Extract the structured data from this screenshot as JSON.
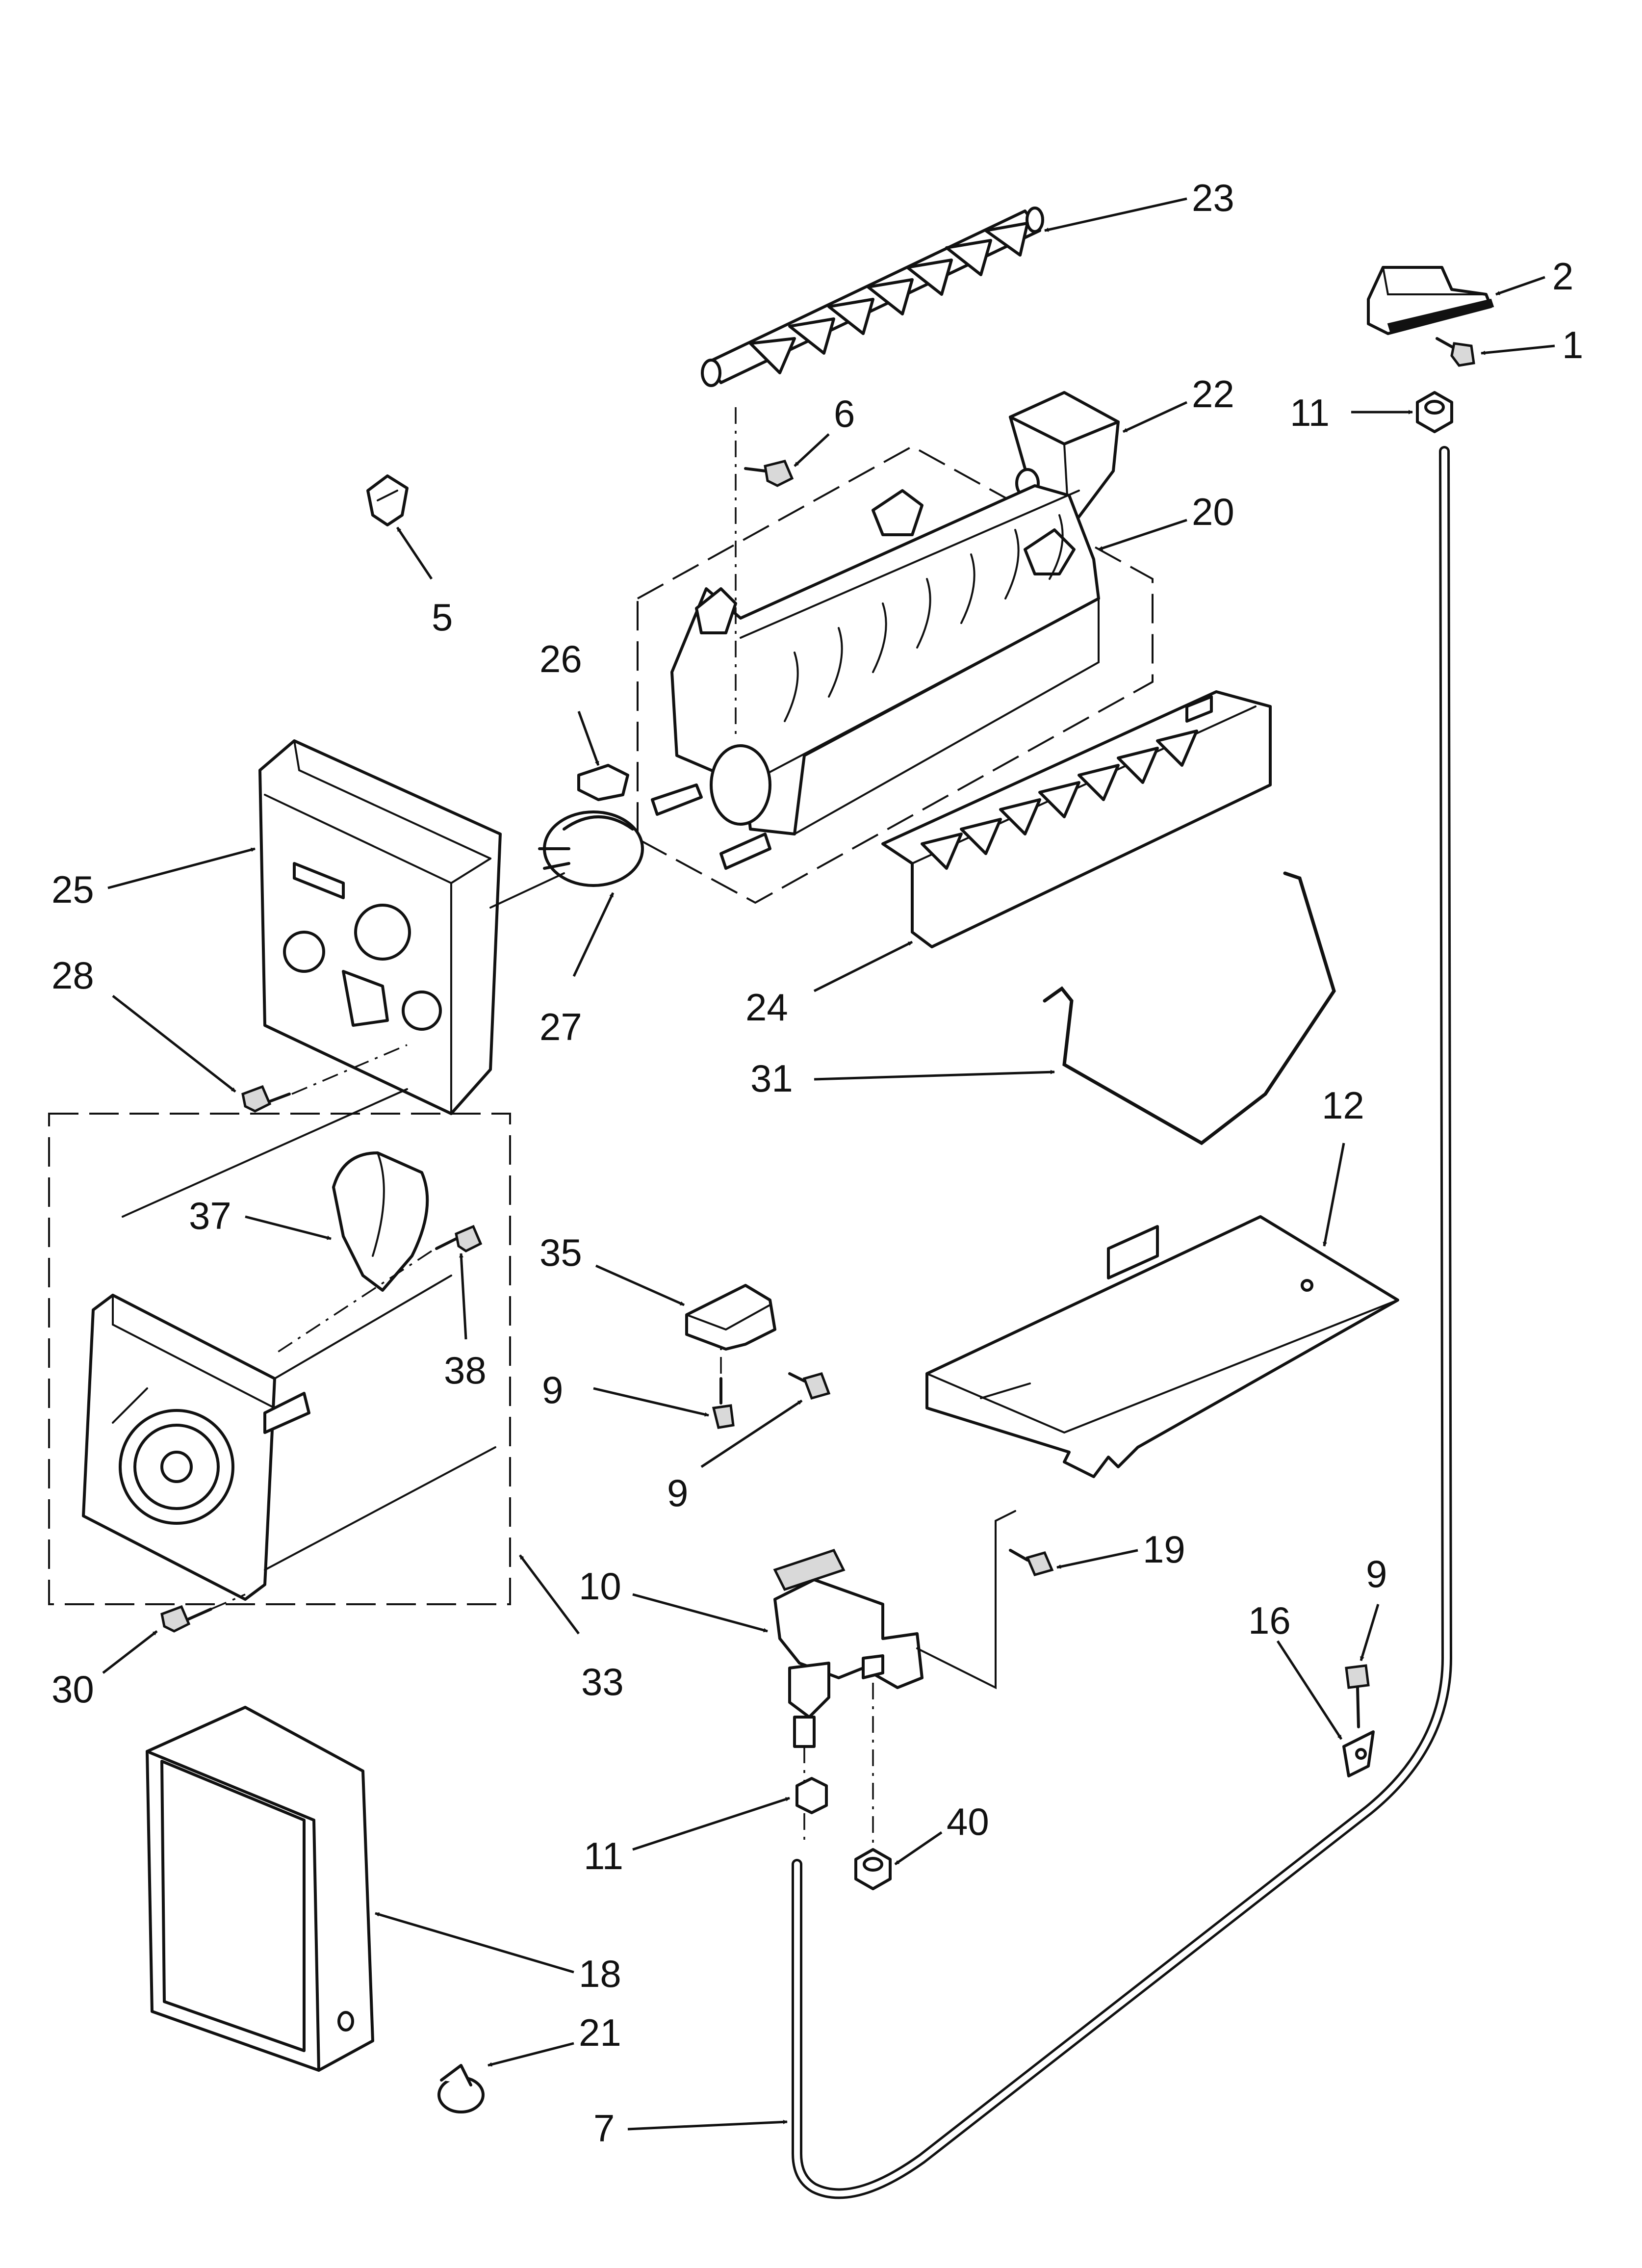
{
  "diagram": {
    "type": "exploded-parts-view",
    "colors": {
      "ink": "#111111",
      "background": "#ffffff"
    },
    "callouts": [
      "1",
      "2",
      "5",
      "6",
      "7",
      "9",
      "9",
      "9",
      "10",
      "11",
      "11",
      "12",
      "16",
      "18",
      "19",
      "20",
      "21",
      "22",
      "23",
      "24",
      "25",
      "26",
      "27",
      "28",
      "30",
      "31",
      "33",
      "35",
      "37",
      "38",
      "40"
    ]
  }
}
